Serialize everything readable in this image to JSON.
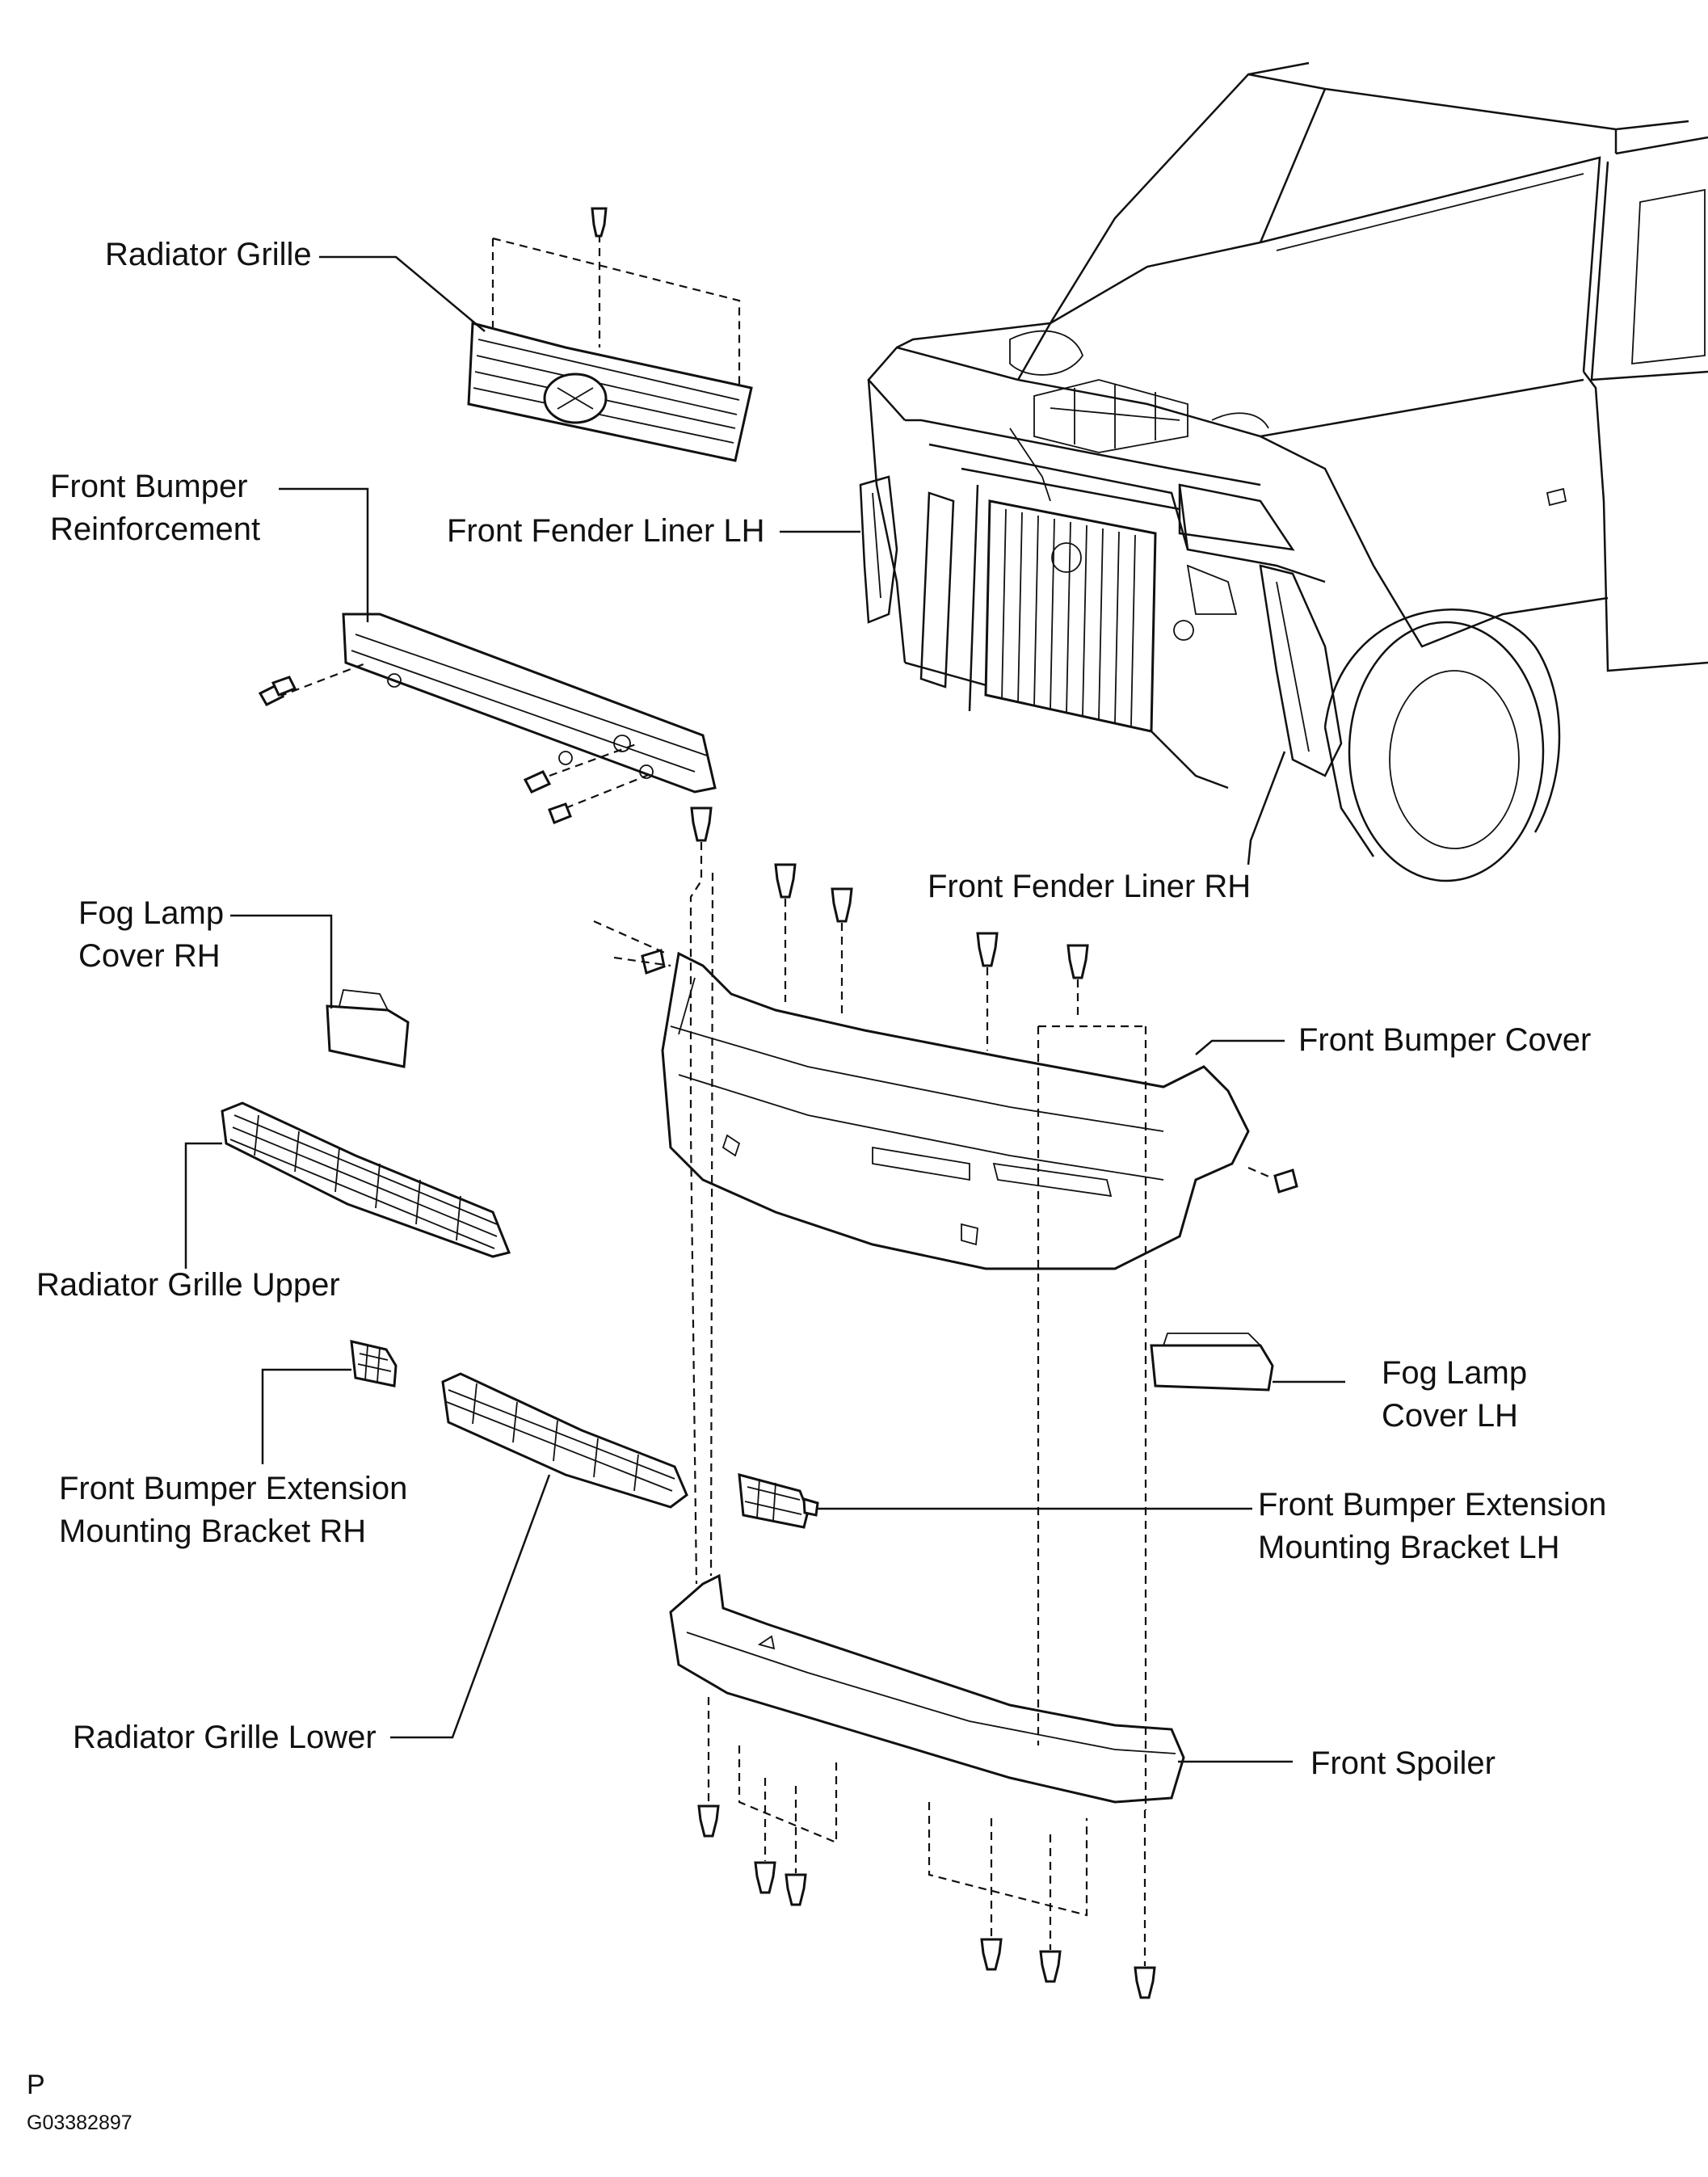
{
  "labels": {
    "radiator_grille": "Radiator Grille",
    "front_bumper_reinforcement_1": "Front Bumper",
    "front_bumper_reinforcement_2": "Reinforcement",
    "front_fender_liner_lh": "Front Fender Liner LH",
    "front_fender_liner_rh": "Front Fender Liner RH",
    "fog_lamp_cover_rh_1": "Fog Lamp",
    "fog_lamp_cover_rh_2": "Cover RH",
    "front_bumper_cover": "Front Bumper Cover",
    "radiator_grille_upper": "Radiator Grille Upper",
    "fog_lamp_cover_lh_1": "Fog Lamp",
    "fog_lamp_cover_lh_2": "Cover LH",
    "front_bumper_ext_rh_1": "Front Bumper Extension",
    "front_bumper_ext_rh_2": "Mounting Bracket RH",
    "front_bumper_ext_lh_1": "Front Bumper Extension",
    "front_bumper_ext_lh_2": "Mounting Bracket LH",
    "radiator_grille_lower": "Radiator Grille Lower",
    "front_spoiler": "Front Spoiler"
  },
  "footer": {
    "marker": "P",
    "code": "G03382897"
  }
}
